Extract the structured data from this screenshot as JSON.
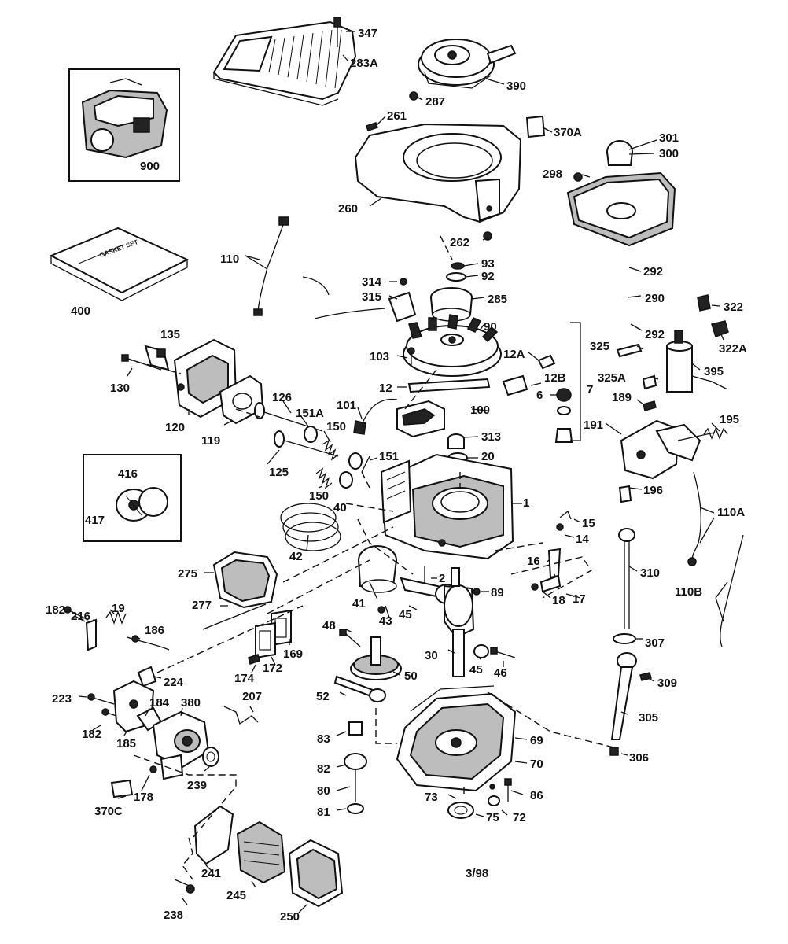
{
  "date_code": "3/98",
  "gasket_set_text": "GASKET SET",
  "labels": [
    {
      "id": "347",
      "text": "347"
    },
    {
      "id": "283A",
      "text": "283A"
    },
    {
      "id": "390",
      "text": "390"
    },
    {
      "id": "287",
      "text": "287"
    },
    {
      "id": "900",
      "text": "900"
    },
    {
      "id": "261",
      "text": "261"
    },
    {
      "id": "370A",
      "text": "370A"
    },
    {
      "id": "301",
      "text": "301"
    },
    {
      "id": "300",
      "text": "300"
    },
    {
      "id": "298",
      "text": "298"
    },
    {
      "id": "260",
      "text": "260"
    },
    {
      "id": "262",
      "text": "262"
    },
    {
      "id": "400",
      "text": "400"
    },
    {
      "id": "110",
      "text": "110"
    },
    {
      "id": "93",
      "text": "93"
    },
    {
      "id": "92",
      "text": "92"
    },
    {
      "id": "314",
      "text": "314"
    },
    {
      "id": "315",
      "text": "315"
    },
    {
      "id": "285",
      "text": "285"
    },
    {
      "id": "292a",
      "text": "292"
    },
    {
      "id": "290",
      "text": "290"
    },
    {
      "id": "292b",
      "text": "292"
    },
    {
      "id": "322",
      "text": "322"
    },
    {
      "id": "322A",
      "text": "322A"
    },
    {
      "id": "135",
      "text": "135"
    },
    {
      "id": "90",
      "text": "90"
    },
    {
      "id": "103",
      "text": "103"
    },
    {
      "id": "12A",
      "text": "12A"
    },
    {
      "id": "325",
      "text": "325"
    },
    {
      "id": "395",
      "text": "395"
    },
    {
      "id": "12",
      "text": "12"
    },
    {
      "id": "12B",
      "text": "12B"
    },
    {
      "id": "7",
      "text": "7"
    },
    {
      "id": "6",
      "text": "6"
    },
    {
      "id": "325A",
      "text": "325A"
    },
    {
      "id": "189",
      "text": "189"
    },
    {
      "id": "130",
      "text": "130"
    },
    {
      "id": "126",
      "text": "126"
    },
    {
      "id": "101",
      "text": "101"
    },
    {
      "id": "100",
      "text": "100"
    },
    {
      "id": "195",
      "text": "195"
    },
    {
      "id": "151A",
      "text": "151A"
    },
    {
      "id": "120",
      "text": "120"
    },
    {
      "id": "119",
      "text": "119"
    },
    {
      "id": "150a",
      "text": "150"
    },
    {
      "id": "313",
      "text": "313"
    },
    {
      "id": "191",
      "text": "191"
    },
    {
      "id": "20",
      "text": "20"
    },
    {
      "id": "151",
      "text": "151"
    },
    {
      "id": "125",
      "text": "125"
    },
    {
      "id": "416",
      "text": "416"
    },
    {
      "id": "196",
      "text": "196"
    },
    {
      "id": "150b",
      "text": "150"
    },
    {
      "id": "1",
      "text": "1"
    },
    {
      "id": "40",
      "text": "40"
    },
    {
      "id": "417",
      "text": "417"
    },
    {
      "id": "15",
      "text": "15"
    },
    {
      "id": "110A",
      "text": "110A"
    },
    {
      "id": "42",
      "text": "42"
    },
    {
      "id": "14",
      "text": "14"
    },
    {
      "id": "16",
      "text": "16"
    },
    {
      "id": "275",
      "text": "275"
    },
    {
      "id": "310",
      "text": "310"
    },
    {
      "id": "2",
      "text": "2"
    },
    {
      "id": "89",
      "text": "89"
    },
    {
      "id": "17",
      "text": "17"
    },
    {
      "id": "18",
      "text": "18"
    },
    {
      "id": "41",
      "text": "41"
    },
    {
      "id": "277",
      "text": "277"
    },
    {
      "id": "110B",
      "text": "110B"
    },
    {
      "id": "43",
      "text": "43"
    },
    {
      "id": "45a",
      "text": "45"
    },
    {
      "id": "182a",
      "text": "182"
    },
    {
      "id": "216",
      "text": "216"
    },
    {
      "id": "19",
      "text": "19"
    },
    {
      "id": "186",
      "text": "186"
    },
    {
      "id": "48",
      "text": "48"
    },
    {
      "id": "307",
      "text": "307"
    },
    {
      "id": "30",
      "text": "30"
    },
    {
      "id": "45b",
      "text": "45"
    },
    {
      "id": "46",
      "text": "46"
    },
    {
      "id": "169",
      "text": "169"
    },
    {
      "id": "174",
      "text": "174"
    },
    {
      "id": "172",
      "text": "172"
    },
    {
      "id": "50",
      "text": "50"
    },
    {
      "id": "224",
      "text": "224"
    },
    {
      "id": "309",
      "text": "309"
    },
    {
      "id": "223",
      "text": "223"
    },
    {
      "id": "207",
      "text": "207"
    },
    {
      "id": "52",
      "text": "52"
    },
    {
      "id": "184",
      "text": "184"
    },
    {
      "id": "380",
      "text": "380"
    },
    {
      "id": "305",
      "text": "305"
    },
    {
      "id": "182b",
      "text": "182"
    },
    {
      "id": "185",
      "text": "185"
    },
    {
      "id": "83",
      "text": "83"
    },
    {
      "id": "69",
      "text": "69"
    },
    {
      "id": "306",
      "text": "306"
    },
    {
      "id": "82",
      "text": "82"
    },
    {
      "id": "70",
      "text": "70"
    },
    {
      "id": "239",
      "text": "239"
    },
    {
      "id": "178",
      "text": "178"
    },
    {
      "id": "80",
      "text": "80"
    },
    {
      "id": "86",
      "text": "86"
    },
    {
      "id": "73",
      "text": "73"
    },
    {
      "id": "370C",
      "text": "370C"
    },
    {
      "id": "81",
      "text": "81"
    },
    {
      "id": "75",
      "text": "75"
    },
    {
      "id": "72",
      "text": "72"
    },
    {
      "id": "241",
      "text": "241"
    },
    {
      "id": "245",
      "text": "245"
    },
    {
      "id": "238",
      "text": "238"
    },
    {
      "id": "250",
      "text": "250"
    }
  ]
}
